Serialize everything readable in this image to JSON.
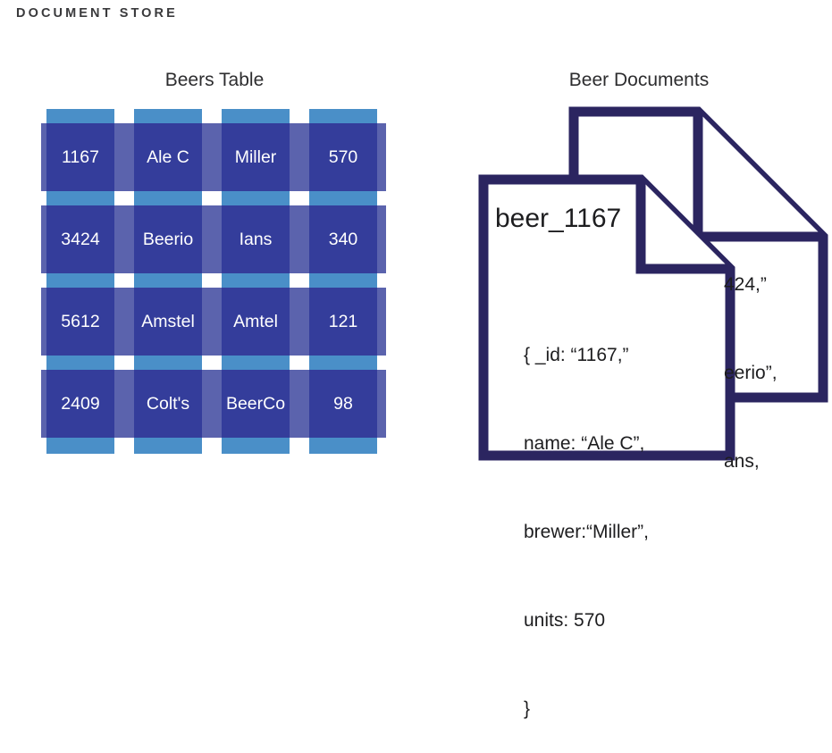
{
  "page": {
    "title": "DOCUMENT STORE",
    "background": "#ffffff"
  },
  "colors": {
    "title_text": "#3a3a3c",
    "caption_text": "#2d2d2f",
    "column_strip": "#4a8fc8",
    "row_band": "#5b63ad",
    "cell": "#343d9b",
    "cell_text": "#ffffff",
    "document_outline": "#2b2560",
    "document_fill": "#ffffff",
    "document_text": "#1d1d1f"
  },
  "table_panel": {
    "caption": "Beers Table",
    "columns": 4,
    "rows": [
      [
        "1167",
        "Ale C",
        "Miller",
        "570"
      ],
      [
        "3424",
        "Beerio",
        "Ians",
        "340"
      ],
      [
        "5612",
        "Amstel",
        "Amtel",
        "121"
      ],
      [
        "2409",
        "Colt's",
        "BeerCo",
        "98"
      ]
    ]
  },
  "documents_panel": {
    "caption": "Beer Documents",
    "back_document": {
      "visible_lines": [
        "424,”",
        "eerio”,",
        "ans,"
      ]
    },
    "front_document": {
      "title": "beer_1167",
      "body_lines": [
        "{ _id: “1167,”",
        "name: “Ale C”,",
        "brewer:“Miller”,",
        "units: 570",
        "}"
      ]
    }
  }
}
